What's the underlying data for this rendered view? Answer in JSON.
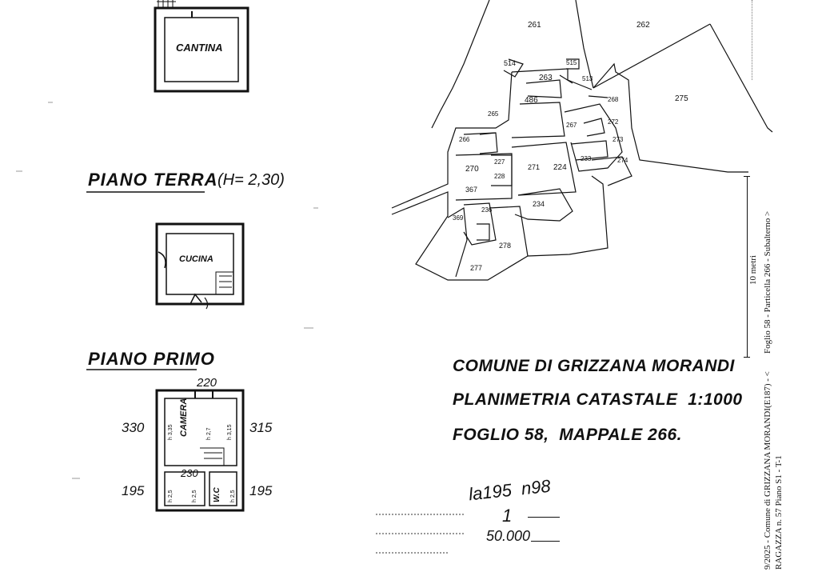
{
  "left_plans": {
    "cantina": "CANTINA",
    "piano_terra": "PIANO TERRA",
    "piano_terra_h": "(H= 2,30)",
    "cucina": "CUCINA",
    "piano_primo": "PIANO PRIMO",
    "camera": "CAMERA",
    "wc": "W.C",
    "dim_top": "220",
    "dim_left_top": "330",
    "dim_right_top": "315",
    "dim_left_bottom": "195",
    "dim_right_bottom": "195",
    "dim_mid": "230",
    "dim_h1": "h 3,35",
    "dim_h2": "h 2,7",
    "dim_h3": "h 3,15",
    "dim_h4": "h 2,5",
    "dim_h5": "h 2,5",
    "dim_h6": "h 2,5"
  },
  "title_block": {
    "line1": "COMUNE DI GRIZZANA MORANDI",
    "line2": "PLANIMETRIA CATASTALE  1:1000",
    "line3": "FOGLIO 58,  MAPPALE 266."
  },
  "stamp": {
    "handwritten_number": "la195  n98",
    "handwritten_one": "1",
    "handwritten_amount": "50.000"
  },
  "parcels": [
    "261",
    "262",
    "275",
    "514",
    "515",
    "263",
    "513",
    "486",
    "268",
    "267",
    "272",
    "273",
    "265",
    "266",
    "270",
    "227",
    "228",
    "271",
    "224",
    "233",
    "274",
    "367",
    "234",
    "236",
    "369",
    "278",
    "277"
  ],
  "side_text": {
    "scale": "10 metri",
    "line1": "Foglio 58 - Particella 266 - Subalterno >",
    "line2": "9/2025 - Comune di GRIZZANA MORANDI(E187) - <",
    "line3": "RAGAZZA n. 57 Piano S1 - T-1"
  }
}
